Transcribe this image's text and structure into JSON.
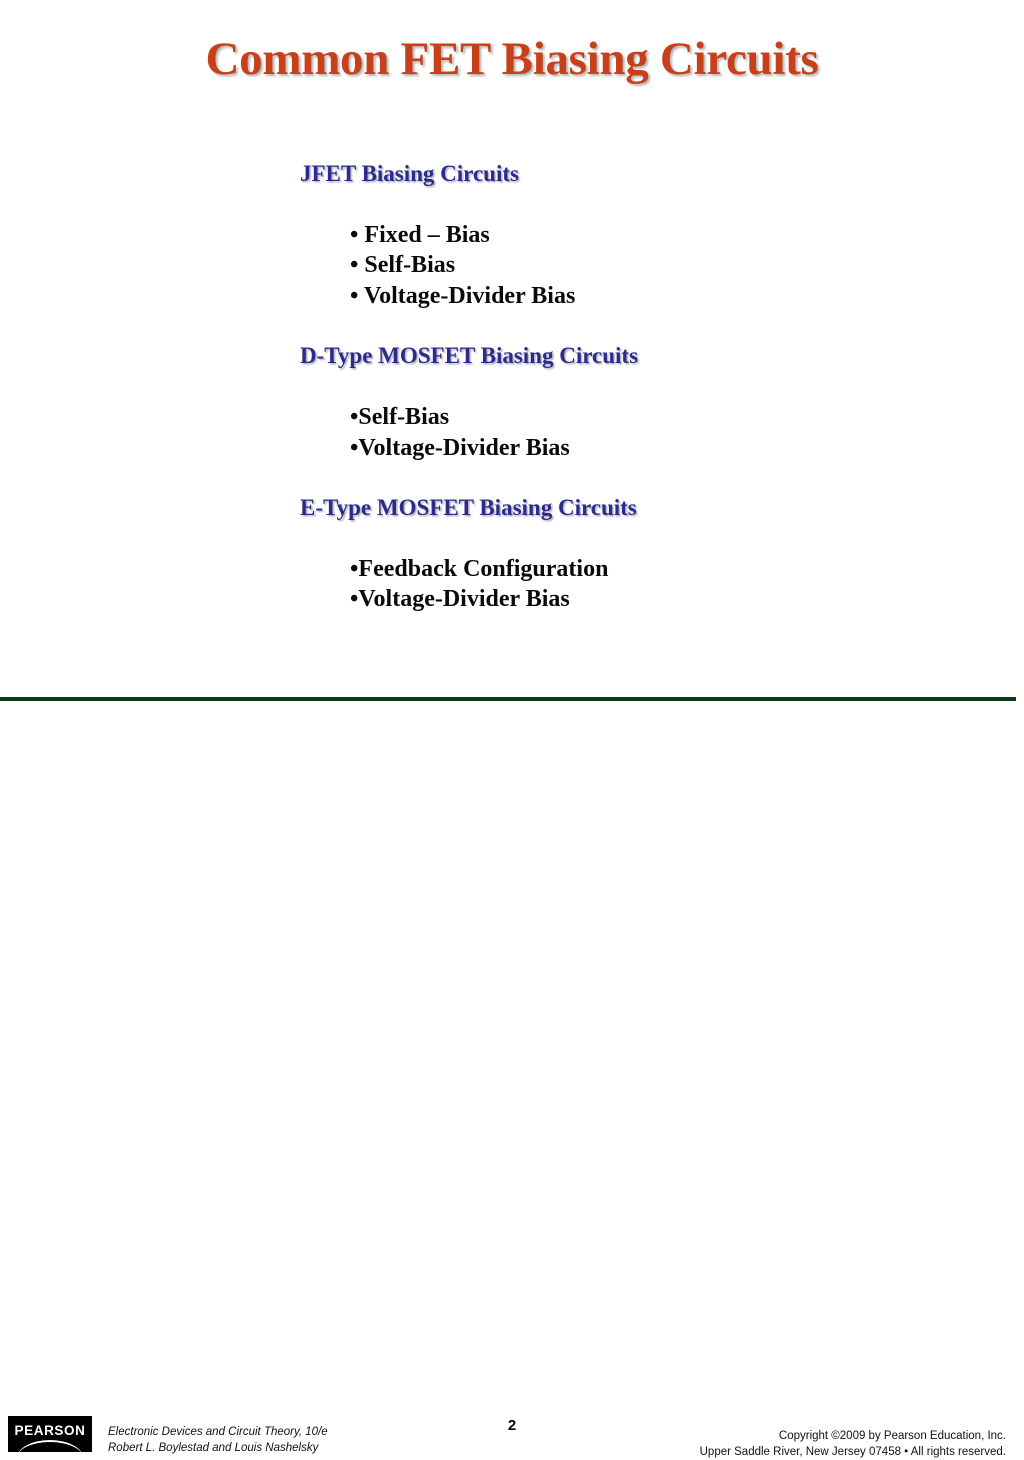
{
  "slide": {
    "title": "Common FET Biasing Circuits",
    "title_color": "#C8401A",
    "heading_color": "#2B2B8C",
    "groups": [
      {
        "heading": "JFET Biasing Circuits",
        "bullets": [
          "• Fixed – Bias",
          "• Self-Bias",
          "• Voltage-Divider Bias"
        ]
      },
      {
        "heading": "D-Type MOSFET Biasing Circuits",
        "bullets": [
          "•Self-Bias",
          "•Voltage-Divider Bias"
        ]
      },
      {
        "heading": "E-Type MOSFET Biasing Circuits",
        "bullets": [
          "•Feedback Configuration",
          "•Voltage-Divider Bias"
        ]
      }
    ]
  },
  "footer": {
    "rule_color": "#0B3D12",
    "logo_text": "PEARSON",
    "book_title": "Electronic Devices and Circuit Theory, 10/e",
    "book_authors": "Robert L. Boylestad and Louis Nashelsky",
    "page_number": "2",
    "copyright_line1": "Copyright ©2009 by Pearson Education, Inc.",
    "copyright_line2": "Upper Saddle River, New Jersey 07458 • All rights reserved."
  }
}
